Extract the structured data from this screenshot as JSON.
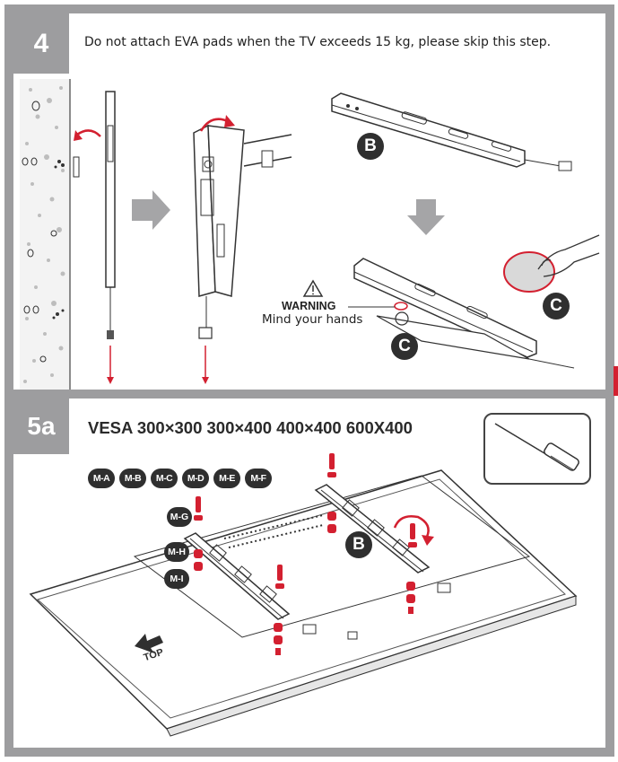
{
  "step4": {
    "number": "4",
    "caption": "Do not attach EVA pads when the TV exceeds 15 kg, please skip this step.",
    "label_b": "B",
    "label_c1": "C",
    "label_c2": "C",
    "warning_title": "WARNING",
    "warning_text": "Mind your hands"
  },
  "step5a": {
    "number": "5a",
    "title": "VESA 300×300 300×400 400×400 600X400",
    "parts": [
      "M-A",
      "M-B",
      "M-C",
      "M-D",
      "M-E",
      "M-F"
    ],
    "label_mg": "M-G",
    "label_mh": "M-H",
    "label_mi": "M-I",
    "label_b": "B",
    "top_label": "TOP",
    "tool_icon": "screwdriver-icon"
  },
  "colors": {
    "frame": "#9d9d9f",
    "accent_red": "#d32030",
    "label_dark": "#2f2f2f"
  }
}
